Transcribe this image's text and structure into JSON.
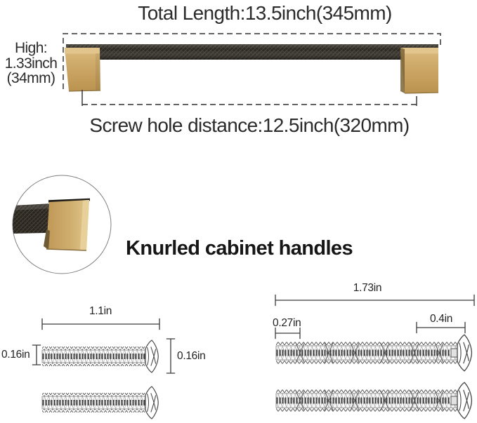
{
  "labels": {
    "total_length": "Total Length:13.5inch(345mm)",
    "screw_hole": "Screw hole distance:12.5inch(320mm)",
    "product": "Knurled cabinet handles"
  },
  "height": [
    "High:",
    "1.33inch",
    "(34mm)"
  ],
  "dimensions": {
    "small_screw": {
      "length": "1.1in",
      "shaft_diameter": "0.16in",
      "head_diameter": "0.16in"
    },
    "long_screw": {
      "length": "1.73in",
      "first_section": "0.27in",
      "tip_section": "0.4in"
    }
  },
  "colors": {
    "brass": "#c8a160",
    "handle_black": "#28251f",
    "text": "#2b2b2b",
    "line_art": "#4d4d4d"
  }
}
